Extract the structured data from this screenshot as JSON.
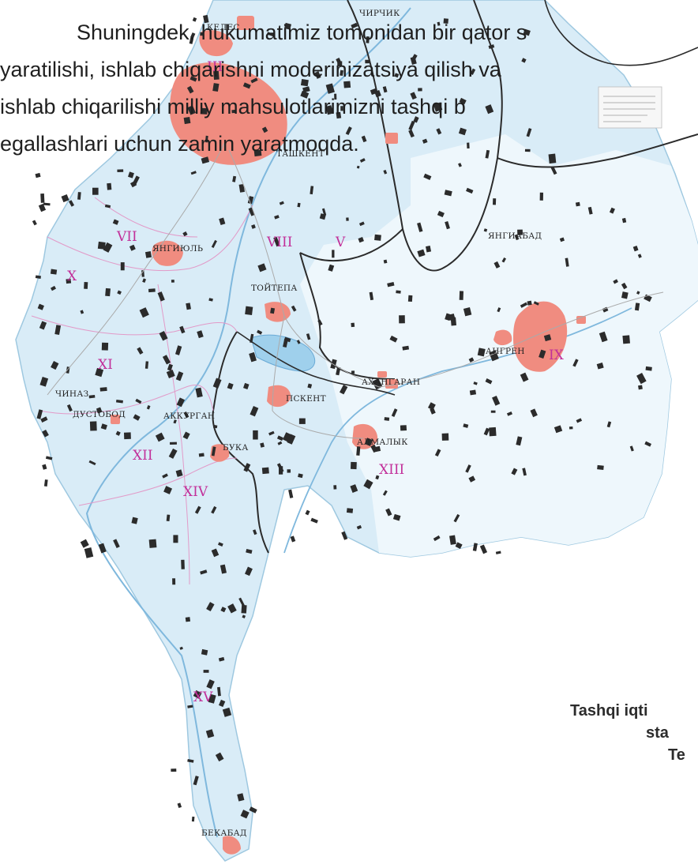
{
  "paragraph": {
    "lines": [
      "Shuningdek, hukumatimiz tomonidan bir qator s",
      "yaratilishi, ishlab chiqarishni moderinizatsiya qilish va",
      "ishlab chiqarilishi milliy mahsulotlarimizni tashqi b",
      "egallashlari uchun zamin yaratmoqda."
    ]
  },
  "caption": {
    "lines": [
      "Tashqi iqti",
      "sta",
      "Te"
    ]
  },
  "map": {
    "cities": [
      {
        "key": "chirchik",
        "name": "ЧИРЧИК"
      },
      {
        "key": "keles",
        "name": "КЕЛЕС"
      },
      {
        "key": "tashkent",
        "name": "ТАШКЕНТ"
      },
      {
        "key": "yangiyul",
        "name": "ЯНГИЮЛЬ"
      },
      {
        "key": "toytepa",
        "name": "ТОЙТЕПА"
      },
      {
        "key": "yangiabad",
        "name": "ЯНГИАБАД"
      },
      {
        "key": "angren",
        "name": "АНГРЕН"
      },
      {
        "key": "akhangaran",
        "name": "АХАНГАРАН"
      },
      {
        "key": "chinaz",
        "name": "ЧИНАЗ"
      },
      {
        "key": "pskent",
        "name": "ПСКЕНТ"
      },
      {
        "key": "dustobod",
        "name": "ДУСТОБОД"
      },
      {
        "key": "akkurgan",
        "name": "АККУРГАН"
      },
      {
        "key": "almalyk",
        "name": "АЛМАЛЫК"
      },
      {
        "key": "buka",
        "name": "БУКА"
      },
      {
        "key": "bekabad",
        "name": "БЕКАБАД"
      }
    ],
    "districts": [
      "III",
      "VII",
      "VIII",
      "V",
      "X",
      "IX",
      "XI",
      "XII",
      "XIII",
      "XIV",
      "XV"
    ],
    "colors": {
      "territory": "#d9ecf7",
      "urban": "#f08c80",
      "fields": "#2b2b2b",
      "border": "#2b2b2b",
      "district": "#c2309a"
    }
  }
}
